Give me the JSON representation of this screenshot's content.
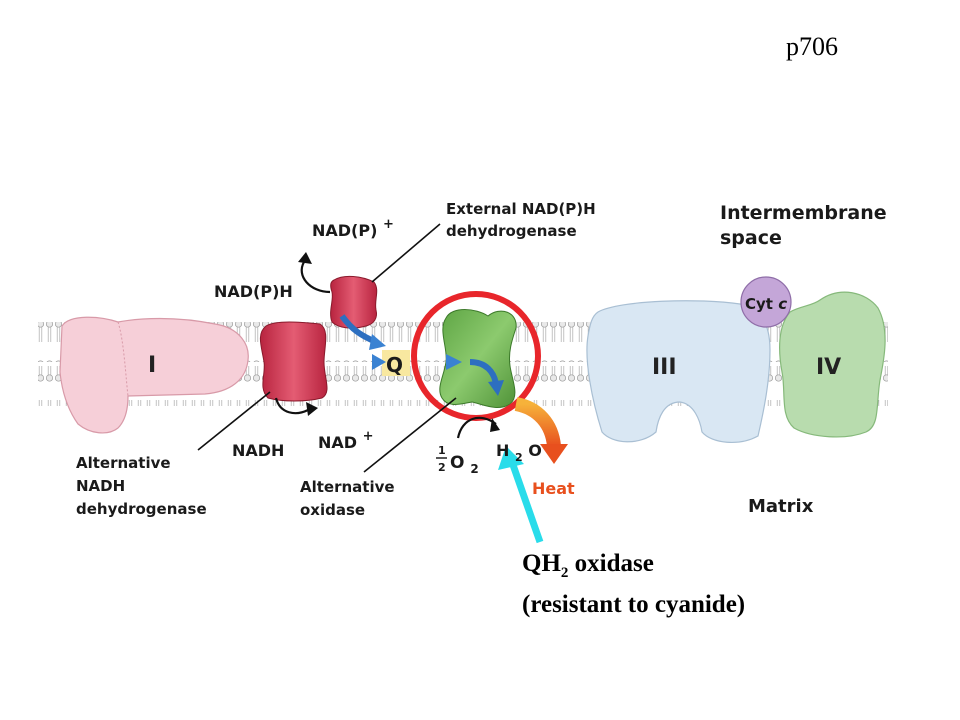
{
  "page_ref": "p706",
  "labels": {
    "intermembrane_space_line1": "Intermembrane",
    "intermembrane_space_line2": "space",
    "matrix": "Matrix",
    "external_dh_line1": "External NAD(P)H",
    "external_dh_line2": "dehydrogenase",
    "nadp_plus": "NAD(P)",
    "nadp_plus_sup": "+",
    "nadph": "NAD(P)H",
    "nadh": "NADH",
    "nad_plus": "NAD",
    "nad_plus_sup": "+",
    "q": "Q",
    "complex_I": "I",
    "complex_III": "III",
    "complex_IV": "IV",
    "cyt_c": "Cyt",
    "cyt_c_italic": "c",
    "half_num": "1",
    "half_den": "2",
    "o2": "O",
    "o2_sub": "2",
    "h2o_h": "H",
    "h2o_sub": "2",
    "h2o_o": "O",
    "heat": "Heat",
    "alt_nadh_line1": "Alternative",
    "alt_nadh_line2": "NADH",
    "alt_nadh_line3": "dehydrogenase",
    "alt_oxidase_line1": "Alternative",
    "alt_oxidase_line2": "oxidase"
  },
  "caption": {
    "line1_main": "QH",
    "line1_sub": "2",
    "line1_rest": " oxidase",
    "line2": "(resistant to cyanide)"
  },
  "colors": {
    "highlight_circle": "#e8262b",
    "pointer_arrow": "#29dcea",
    "heat": "#e8501e",
    "external_dh": "#d6415a",
    "alt_oxidase": "#7bbd5e",
    "complex_III": "#d9e7f3",
    "complex_IV": "#b8dcae",
    "complex_I": "#f6cfd8",
    "cyt_c": "#c4a6d8",
    "electron_arrow": "#2d6fc0"
  }
}
